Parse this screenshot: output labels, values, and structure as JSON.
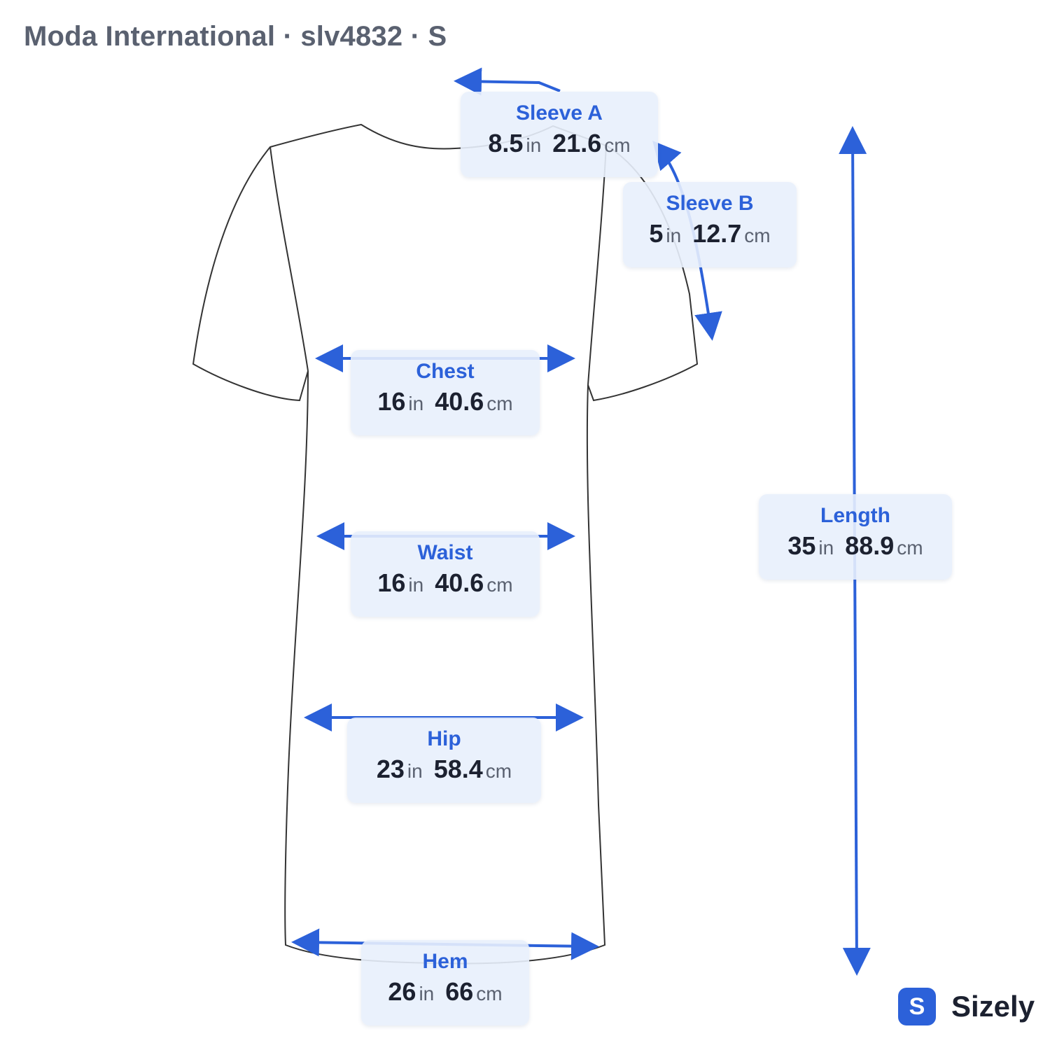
{
  "title": "Moda International · slv4832 · S",
  "accent_color": "#2c61d9",
  "measurements": {
    "sleeve_a": {
      "label": "Sleeve A",
      "in": "8.5",
      "cm": "21.6"
    },
    "sleeve_b": {
      "label": "Sleeve B",
      "in": "5",
      "cm": "12.7"
    },
    "chest": {
      "label": "Chest",
      "in": "16",
      "cm": "40.6"
    },
    "waist": {
      "label": "Waist",
      "in": "16",
      "cm": "40.6"
    },
    "hip": {
      "label": "Hip",
      "in": "23",
      "cm": "58.4"
    },
    "hem": {
      "label": "Hem",
      "in": "26",
      "cm": "66"
    },
    "length": {
      "label": "Length",
      "in": "35",
      "cm": "88.9"
    }
  },
  "units": {
    "in": "in",
    "cm": "cm"
  },
  "brand": {
    "mark": "S",
    "name": "Sizely"
  }
}
